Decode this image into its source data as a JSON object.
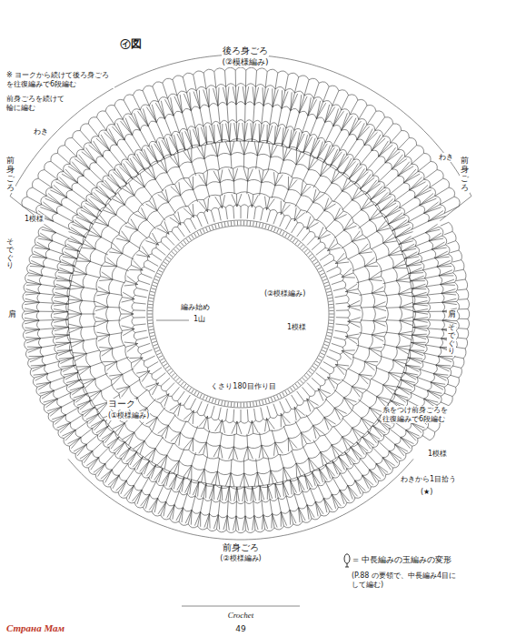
{
  "diagram": {
    "title": "㋑図",
    "labels": [
      "後ろ身ごろ",
      "(②模様編み)",
      "※ ヨークから続けて後ろ身ごろを往復編みで6段編む",
      "前身ごろを続けて輪に編む",
      "わき",
      "前身ごろ",
      "1模様",
      "そでぐり",
      "肩",
      "(②模様編み)",
      "編み始め",
      "1山",
      "1模様",
      "くさり180目作り目",
      "ヨーク",
      "(①模様編み)",
      "わき",
      "前身ごろ",
      "肩",
      "そでぐり",
      "糸をつけ前身ごろを往復編みで6段編む",
      "1模様",
      "わきから1目拾う",
      "(★)",
      "前身ごろ",
      "(②模様編み)",
      "(P.88 の要領で、中長編み4目にして編む)",
      "Crochet",
      "49",
      "Страна Мам"
    ],
    "legend": [
      {
        "text": "= 中長編みの玉編みの変形"
      }
    ]
  }
}
